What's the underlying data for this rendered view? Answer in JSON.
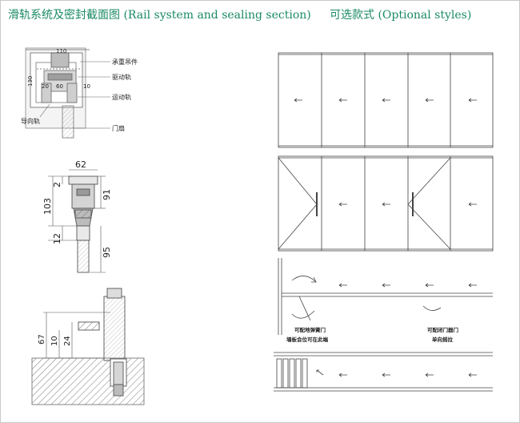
{
  "header": {
    "title_left": "滑轨系统及密封截面图 (Rail system and sealing section)",
    "title_right": "可选款式 (Optional styles)"
  },
  "rail_section": {
    "labels": {
      "bearing_hanger": "承重吊件",
      "drive_rail": "驱动轨",
      "moving_rail": "运动轨",
      "guide_rail": "导向轨",
      "door_leaf": "门扇"
    },
    "dims": {
      "top_width": "110",
      "height": "130",
      "a": "20",
      "b": "60",
      "c": "10"
    }
  },
  "profile_section": {
    "dims": {
      "width": "62",
      "total": "103",
      "top": "2",
      "upper": "91",
      "lower_gap": "12",
      "lower": "95"
    }
  },
  "floor_section": {
    "dims": {
      "height": "67",
      "mid": "10",
      "inner": "24"
    }
  },
  "optional_styles": {
    "captions": {
      "c1": "可配地弹簧门",
      "c2": "墙板会位可在此端",
      "c3": "可配闭门器门",
      "c4": "单向摇拉"
    }
  }
}
